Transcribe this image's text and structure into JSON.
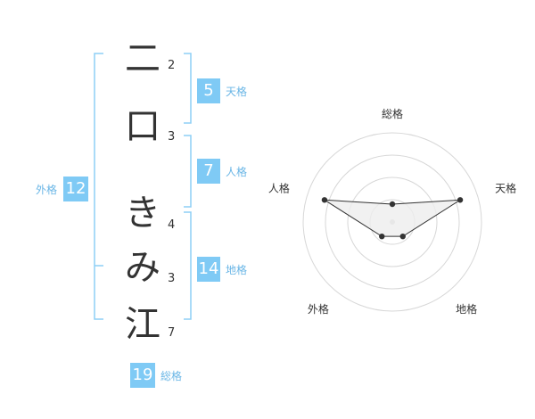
{
  "name_chars": [
    {
      "char": "二",
      "strokes": "2"
    },
    {
      "char": "口",
      "strokes": "3"
    },
    {
      "char": "き",
      "strokes": "4"
    },
    {
      "char": "み",
      "strokes": "3"
    },
    {
      "char": "江",
      "strokes": "7"
    }
  ],
  "kakusu": {
    "tenkaku": {
      "value": "5",
      "label": "天格"
    },
    "jinkaku": {
      "value": "7",
      "label": "人格"
    },
    "chikaku": {
      "value": "14",
      "label": "地格"
    },
    "gaikaku": {
      "value": "12",
      "label": "外格"
    },
    "soukaku": {
      "value": "19",
      "label": "総格"
    }
  },
  "radar": {
    "axes": [
      "総格",
      "天格",
      "地格",
      "外格",
      "人格"
    ],
    "values": [
      1,
      4,
      1,
      1,
      4
    ],
    "max": 5,
    "rings": 4,
    "colors": {
      "grid": "#d7d7d7",
      "line": "#333333",
      "fill": "#eeeeee",
      "center": "#cccccc"
    }
  },
  "colors": {
    "accent": "#7fcaf5",
    "bracket": "#8dcff5",
    "label": "#6ab6e6"
  }
}
